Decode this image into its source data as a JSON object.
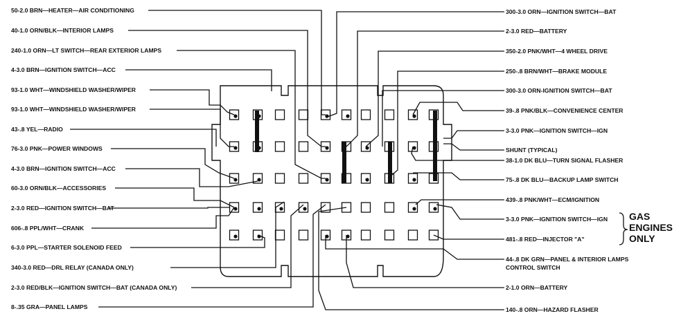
{
  "left_labels": [
    "50-2.0 BRN—HEATER—AIR CONDITIONING",
    "40-1.0 ORN/BLK—INTERIOR LAMPS",
    "240-1.0 ORN—LT SWITCH—REAR EXTERIOR LAMPS",
    "4-3.0 BRN—IGNITION SWITCH—ACC",
    "93-1.0 WHT—WINDSHIELD WASHER/WIPER",
    "93-1.0 WHT—WINDSHIELD WASHER/WIPER",
    "43-.8 YEL—RADIO",
    "76-3.0 PNK—POWER WINDOWS",
    "4-3.0 BRN—IGNITION SWITCH—ACC",
    "60-3.0 ORN/BLK—ACCESSORIES",
    "2-3.0 RED—IGNITION SWITCH—BAT",
    "606-.8 PPL/WHT—CRANK",
    "6-3.0 PPL—STARTER SOLENOID FEED",
    "340-3.0 RED—DRL RELAY (CANADA ONLY)",
    "2-3.0 RED/BLK—IGNITION SWITCH—BAT (CANADA ONLY)",
    "8-.35 GRA—PANEL LAMPS"
  ],
  "right_labels": [
    "300-3.0 ORN—IGNITION SWITCH—BAT",
    "2-3.0 RED—BATTERY",
    "350-2.0 PNK/WHT—4 WHEEL DRIVE",
    "250-.8 BRN/WHT—BRAKE MODULE",
    "300-3.0 ORN-IGNITION SWITCH—BAT",
    "39-.8 PNK/BLK—CONVENIENCE CENTER",
    "3-3.0 PNK—IGNITION SWITCH—IGN",
    "SHUNT (TYPICAL)",
    "38-1.0 DK BLU—TURN SIGNAL FLASHER",
    "75-.8 DK BLU—BACKUP LAMP SWITCH",
    "439-.8 PNK/WHT—ECM/IGNITION",
    "3-3.0 PNK—IGNITION SWITCH—IGN",
    "481-.8 RED—INJECTOR \"A\"",
    "44-.8 DK GRN—PANEL & INTERIOR LAMPS",
    "CONTROL SWITCH",
    "2-1.0 ORN—BATTERY",
    "140-.8 ORN—HAZARD FLASHER"
  ],
  "gas_note": [
    "GAS",
    "ENGINES",
    "ONLY"
  ]
}
